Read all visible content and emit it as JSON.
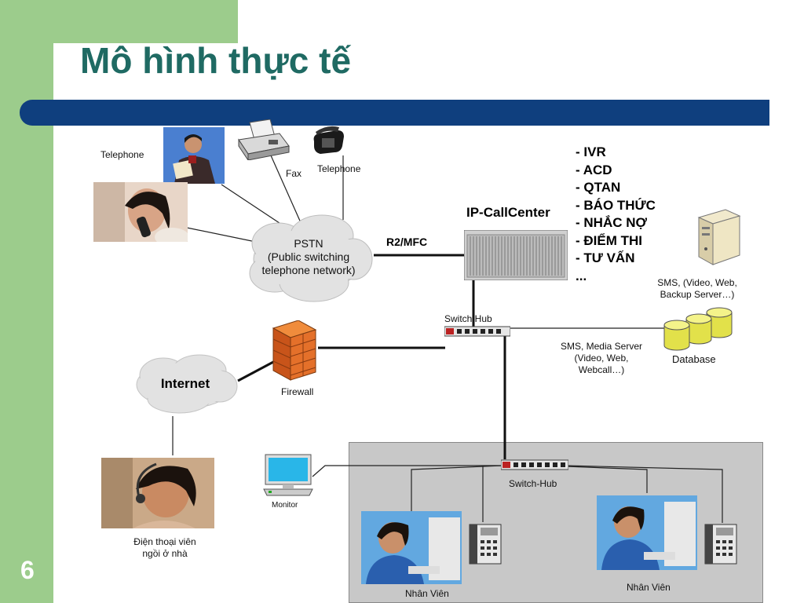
{
  "slide": {
    "title": "Mô hình thực tế",
    "page_number": "6"
  },
  "colors": {
    "sidebar": "#9ccc8c",
    "title_text": "#1f6a63",
    "title_bar": "#0f3f7e",
    "panel": "#c8c8c8"
  },
  "diagram": {
    "telephone_left": "Telephone",
    "fax": "Fax",
    "telephone_right": "Telephone",
    "pstn": {
      "line1": "PSTN",
      "line2": "(Public switching",
      "line3": "telephone network)"
    },
    "link_r2": "R2/MFC",
    "callcenter": "IP-CallCenter",
    "features": [
      "- IVR",
      "- ACD",
      "- QTAN",
      "- BÁO THỨC",
      "- NHẮC NỢ",
      "- ĐIỂM THI",
      "- TƯ VẤN",
      "..."
    ],
    "backup_server": {
      "line1": "SMS, (Video, Web,",
      "line2": "Backup Server…)"
    },
    "switch_hub_top": "Switch Hub",
    "media_server": {
      "line1": "SMS, Media Server",
      "line2": "(Video, Web,",
      "line3": "Webcall…)"
    },
    "database": "Database",
    "internet": "Internet",
    "firewall": "Firewall",
    "monitor": "Monitor",
    "switch_hub_bottom": "Switch-Hub",
    "home_agent": {
      "line1": "Điện thoại viên",
      "line2": "ngồi ở nhà"
    },
    "agent_1": "Nhân Viên",
    "agent_2": "Nhân Viên"
  }
}
